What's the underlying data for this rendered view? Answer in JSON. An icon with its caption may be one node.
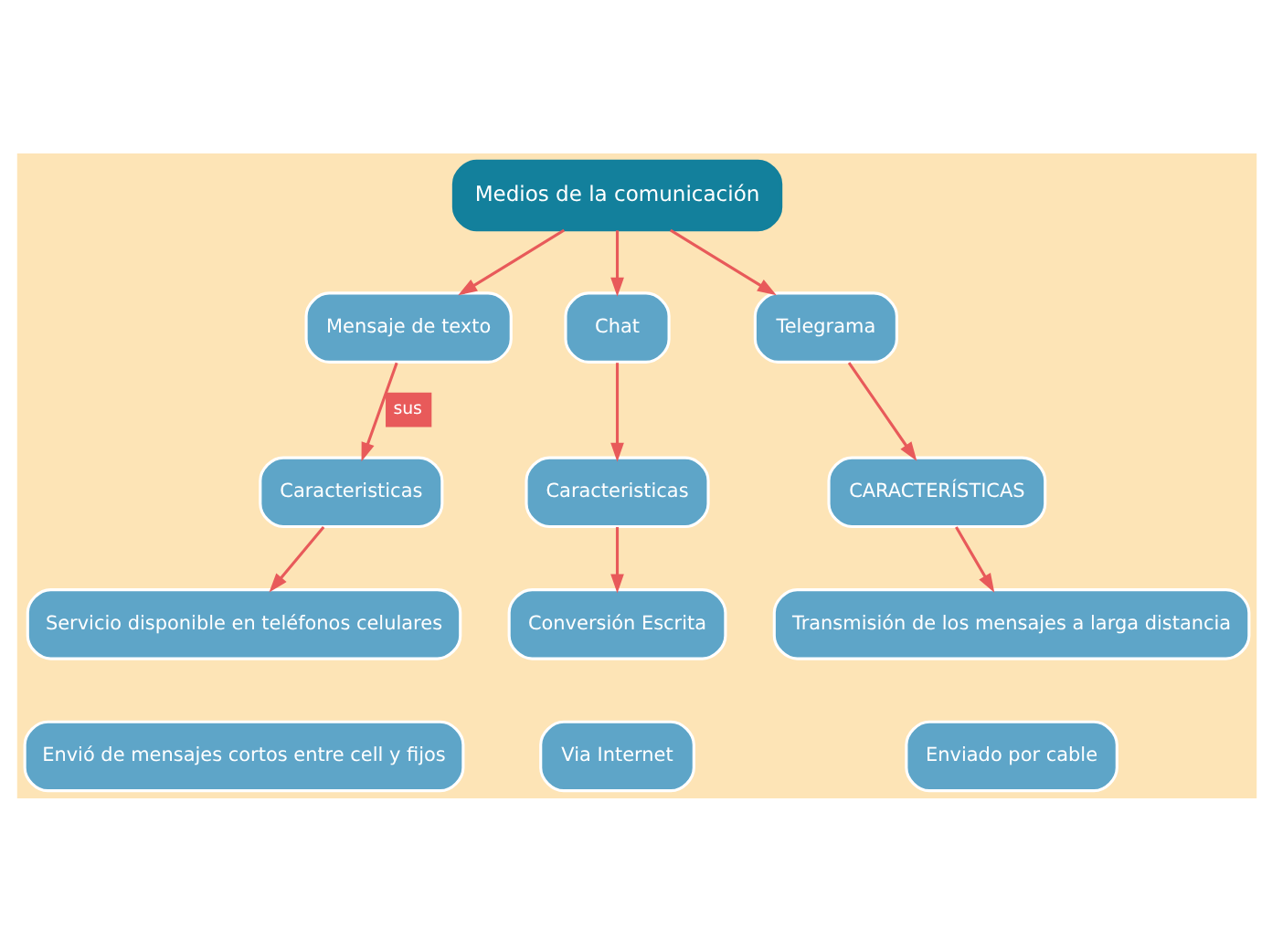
{
  "diagram": {
    "nodes": [
      {
        "text": [
          "Medios de la comunicación"
        ]
      },
      {
        "text": [
          "Mensaje de texto"
        ]
      },
      {
        "text": [
          "Chat"
        ]
      },
      {
        "text": [
          "Telegrama"
        ]
      },
      {
        "text": [
          "Caracteristicas"
        ]
      },
      {
        "text": [
          "Caracteristicas"
        ]
      },
      {
        "text": [
          "CARACTERÍSTICAS"
        ]
      },
      {
        "text": [
          "Servicio disponible en teléfonos celulares"
        ]
      },
      {
        "text": [
          "Envió de mensajes cortos entre cell y fijos"
        ]
      },
      {
        "text": [
          "Conversión Escrita"
        ]
      },
      {
        "text": [
          "Via Internet"
        ]
      },
      {
        "text": [
          "Transmisión de los mensajes a larga distancia"
        ]
      },
      {
        "text": [
          "Enviado por cable"
        ]
      }
    ],
    "edges": [
      {
        "from": 0,
        "to": 1,
        "arrow": "to"
      },
      {
        "from": 0,
        "to": 2,
        "arrow": "to"
      },
      {
        "from": 0,
        "to": 3,
        "arrow": "to"
      },
      {
        "from": 1,
        "to": 4,
        "arrow": "to",
        "label": "sus"
      },
      {
        "from": 2,
        "to": 5,
        "arrow": "to"
      },
      {
        "from": 3,
        "to": 6,
        "arrow": "to"
      },
      {
        "from": 4,
        "to": 7,
        "arrow": "to"
      },
      {
        "from": 5,
        "to": 9,
        "arrow": "to"
      },
      {
        "from": 6,
        "to": 11,
        "arrow": "to"
      }
    ]
  }
}
